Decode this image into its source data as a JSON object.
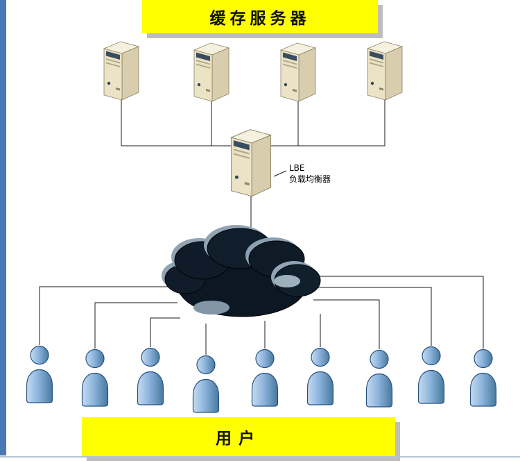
{
  "banners": {
    "top": "缓存服务器",
    "bottom": "用户"
  },
  "load_balancer": {
    "label_line1": "LBE",
    "label_line2": "负载均衡器"
  },
  "counts": {
    "cache_servers": 4,
    "users": 9
  },
  "colors": {
    "banner_fill": "#ffff00",
    "banner_shadow": "#bdbdbd",
    "left_strip": "#4a78b5",
    "server_front": "#ebe3c6",
    "cloud_dark": "#0c1724",
    "person_blue": "#6fa1d4",
    "line": "#1a1a1a"
  }
}
